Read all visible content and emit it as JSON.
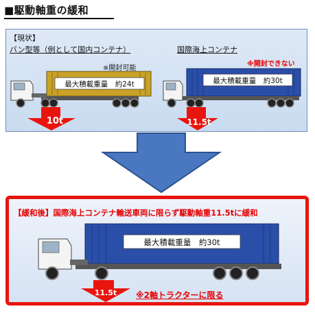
{
  "title": "■駆動軸重の緩和",
  "current": {
    "heading": "【現状】",
    "left_label": "バン型等（例として国内コンテナ）",
    "right_label": "国際海上コンテナ",
    "left_note": "※開封可能",
    "right_note": "※開封できない",
    "left_cargo": "最大積載重量　約24t",
    "right_cargo": "最大積載重量　約30t",
    "left_axle": "10t",
    "right_axle": "11.5t"
  },
  "after": {
    "heading": "【緩和後】国際海上コンテナ輸送車両に限らず駆動軸重11.5tに緩和",
    "cargo": "最大積載重量　約30t",
    "axle": "11.5t",
    "note": "※2軸トラクターに限る"
  },
  "colors": {
    "panel_border": "#6f8fb8",
    "accent_red": "#e8150f",
    "arrow_blue": "#4a78c0",
    "container_gold": "#c9a227",
    "container_blue": "#2a4fa8"
  }
}
